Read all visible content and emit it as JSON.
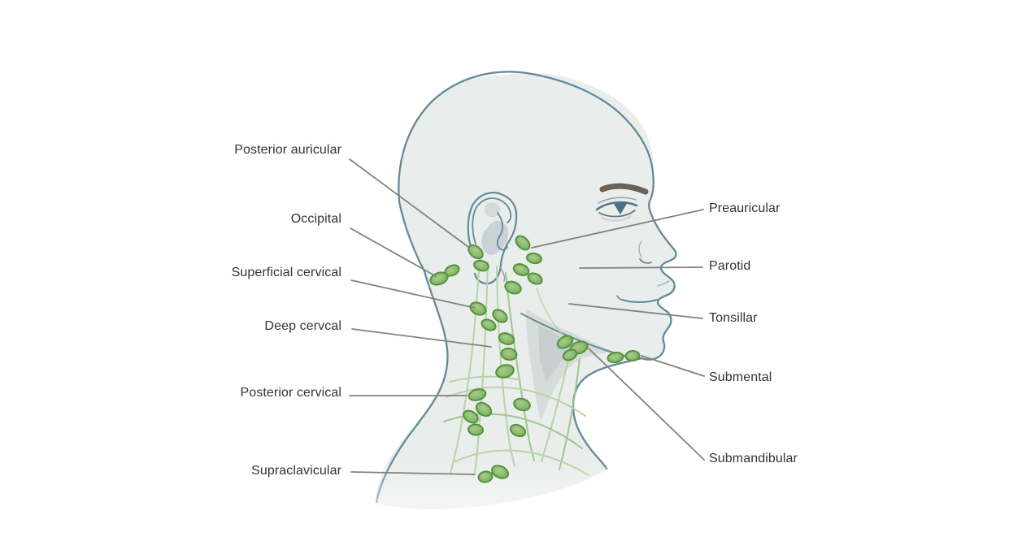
{
  "figure": {
    "subject": "Lymph nodes of the head and neck, lateral profile diagram",
    "background_color": "#ffffff",
    "colors": {
      "head_outline": "#628a99",
      "skin_fill": "#e9edec",
      "lymph_node_fill": "#84b866",
      "lymph_node_stroke": "#55913e",
      "lymph_vessel": "#b6d2a2",
      "leader_line": "#85827b",
      "label_text": "#333333",
      "eyebrow": "#6b6254",
      "jaw_shadow": "#cdd2d1"
    },
    "labels_left": [
      {
        "text": "Posterior auricular"
      },
      {
        "text": "Occipital"
      },
      {
        "text": "Superficial cervical"
      },
      {
        "text": "Deep cervcal"
      },
      {
        "text": "Posterior cervical"
      },
      {
        "text": "Supraclavicular"
      }
    ],
    "labels_right": [
      {
        "text": "Preauricular"
      },
      {
        "text": "Parotid"
      },
      {
        "text": "Tonsillar"
      },
      {
        "text": "Submental"
      },
      {
        "text": "Submandibular"
      }
    ]
  }
}
